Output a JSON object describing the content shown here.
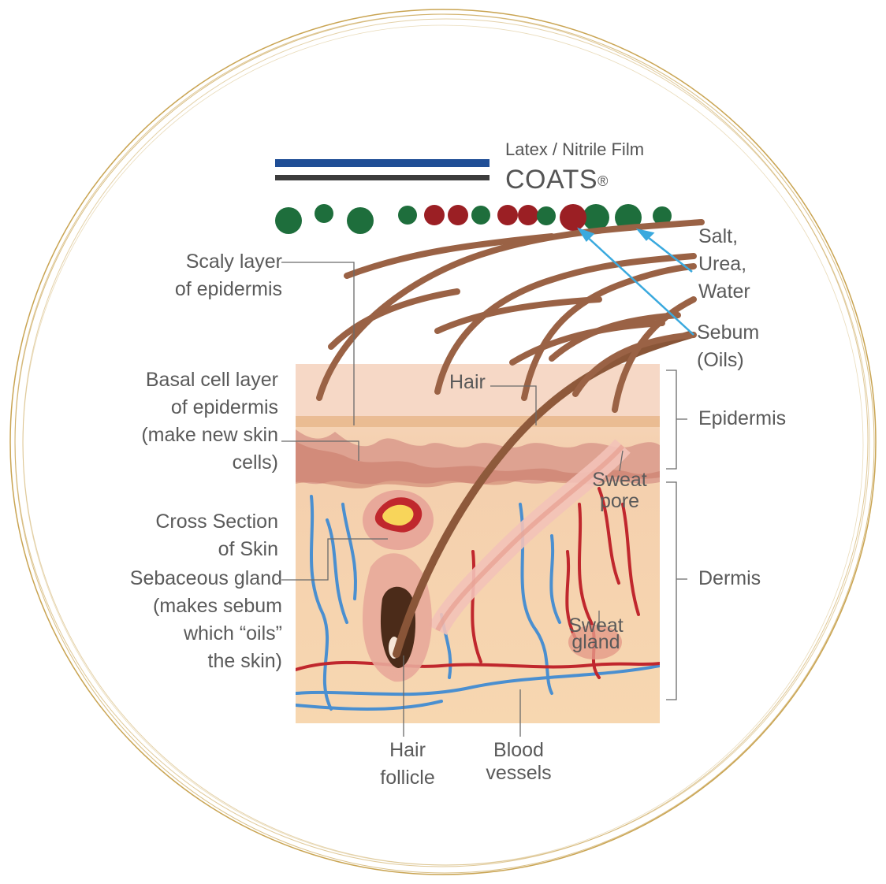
{
  "film": {
    "label": "Latex / Nitrile Film",
    "brand": "COATS",
    "brand_mark": "®"
  },
  "labels": {
    "scaly_layer": [
      "Scaly layer",
      "of epidermis"
    ],
    "basal_layer": [
      "Basal cell layer",
      "of epidermis",
      "(make new skin",
      "cells)"
    ],
    "cross_section": [
      "Cross Section",
      "of Skin"
    ],
    "sebaceous_gland": [
      "Sebaceous gland",
      "(makes sebum",
      "which “oils”",
      "the skin)"
    ],
    "hair": "Hair",
    "sweat_pore": [
      "Sweat",
      "pore"
    ],
    "sweat_gland": [
      "Sweat",
      "gland"
    ],
    "hair_follicle": [
      "Hair",
      "follicle"
    ],
    "blood_vessels": [
      "Blood",
      "vessels"
    ],
    "salt_urea_water": [
      "Salt,",
      "Urea,",
      "Water"
    ],
    "sebum_oils": [
      "Sebum",
      "(Oils)"
    ],
    "epidermis": "Epidermis",
    "dermis": "Dermis"
  },
  "colors": {
    "ring": "#c9a452",
    "film_blue": "#1f4e96",
    "film_dark": "#3c3c3c",
    "droplet_green": "#1e6e3c",
    "droplet_red": "#9b1f24",
    "pointer_blue": "#3aa9de",
    "label_text": "#5a5a5a",
    "skin": "#f5d4ae",
    "hair": "#8b5a3c",
    "artery": "#c0272d",
    "vein": "#4a8fd0"
  }
}
